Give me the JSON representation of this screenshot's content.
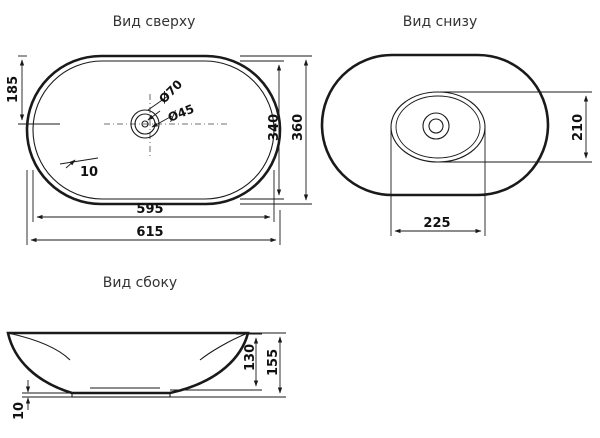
{
  "views": {
    "top": {
      "caption": "Вид сверху"
    },
    "bottom": {
      "caption": "Вид снизу"
    },
    "side": {
      "caption": "Вид сбоку"
    }
  },
  "dimensions": {
    "top_height_offset": "185",
    "top_drain_outer": "Ø70",
    "top_drain_inner": "Ø45",
    "top_inner_height": "340",
    "top_outer_height": "360",
    "top_wall": "10",
    "top_inner_width": "595",
    "top_outer_width": "615",
    "bottom_base_height": "210",
    "bottom_base_width": "225",
    "side_inner_height": "130",
    "side_outer_height": "155",
    "side_base_height": "10"
  },
  "colors": {
    "line": "#1a1a1a",
    "text": "#333333",
    "background": "#ffffff"
  }
}
